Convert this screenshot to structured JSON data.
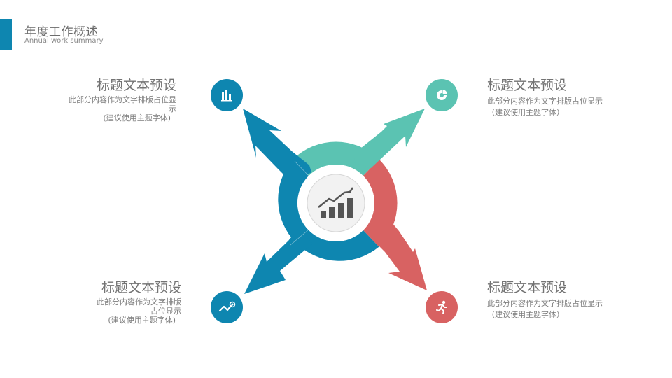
{
  "header": {
    "title": "年度工作概述",
    "subtitle": "Annual work summary",
    "accent_color": "#0e86b0"
  },
  "colors": {
    "blue": "#0e86b0",
    "teal": "#5bc3b2",
    "red": "#d86262",
    "center_bg": "#f2f2f2",
    "icon_dark": "#555555"
  },
  "center": {
    "icon": "growth-chart-icon"
  },
  "items": [
    {
      "position": "top-left",
      "title": "标题文本预设",
      "desc_line1": "此部分内容作为文字排版占位显",
      "desc_line2": "示",
      "desc_line3": "(建议使用主题字体)",
      "icon": "bar-chart-icon",
      "color": "#0e86b0"
    },
    {
      "position": "top-right",
      "title": "标题文本预设",
      "desc_line1": "此部分内容作为文字排版占位显示",
      "desc_line2": "（建议使用主题字体）",
      "icon": "pie-chart-icon",
      "color": "#5bc3b2"
    },
    {
      "position": "bottom-left",
      "title": "标题文本预设",
      "desc_line1": "此部分内容作为文字排版",
      "desc_line2": "占位显示",
      "desc_line3": "(建议使用主题字体)",
      "icon": "trend-line-icon",
      "color": "#0e86b0"
    },
    {
      "position": "bottom-right",
      "title": "标题文本预设",
      "desc_line1": "此部分内容作为文字排版占位显示",
      "desc_line2": "（建议使用主题字体）",
      "icon": "running-person-icon",
      "color": "#d86262"
    }
  ]
}
